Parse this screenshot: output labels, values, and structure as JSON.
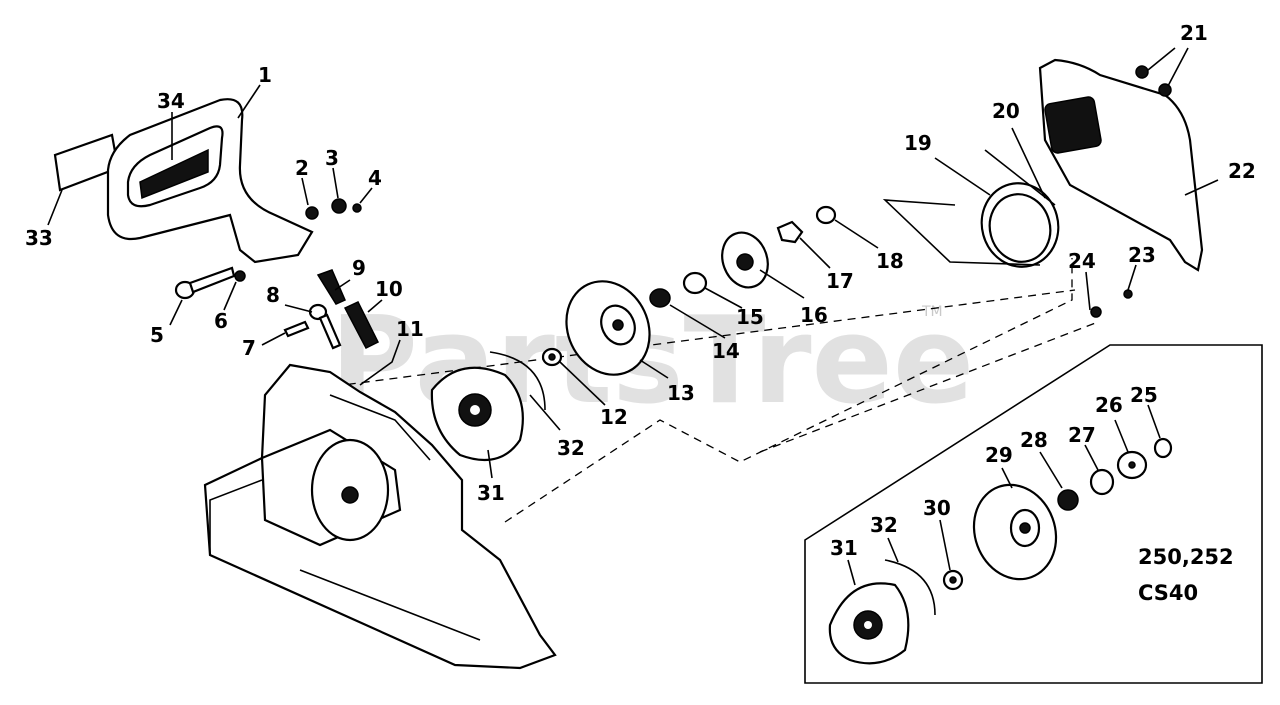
{
  "diagram": {
    "watermark": "PartsTree",
    "trademark": "TM",
    "callouts": [
      "1",
      "2",
      "3",
      "4",
      "5",
      "6",
      "7",
      "8",
      "9",
      "10",
      "11",
      "12",
      "13",
      "14",
      "15",
      "16",
      "17",
      "18",
      "19",
      "20",
      "21",
      "22",
      "23",
      "24",
      "25",
      "26",
      "27",
      "28",
      "29",
      "30",
      "31",
      "32",
      "33",
      "34",
      "31",
      "32"
    ],
    "inset_note": {
      "line1": "250,252",
      "line2": "CS40"
    }
  }
}
